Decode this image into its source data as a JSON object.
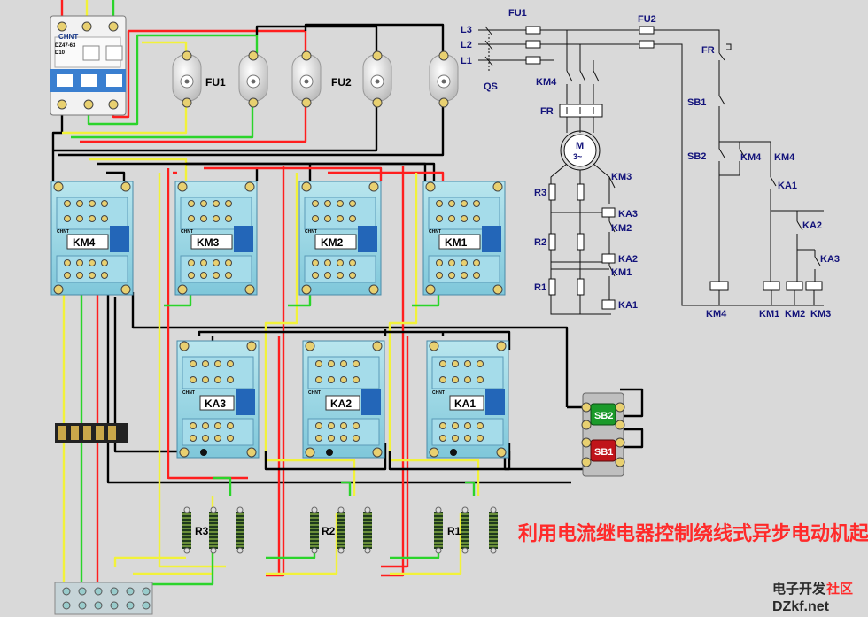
{
  "breaker": {
    "brand": "CHNT",
    "model": "DZ47-63",
    "rating": "D10"
  },
  "fuses": {
    "group1": "FU1",
    "group2": "FU2"
  },
  "contactors": [
    {
      "label": "KM4"
    },
    {
      "label": "KM3"
    },
    {
      "label": "KM2"
    },
    {
      "label": "KM1"
    }
  ],
  "relays": [
    {
      "label": "KA3"
    },
    {
      "label": "KA2"
    },
    {
      "label": "KA1"
    }
  ],
  "resistors": [
    "R3",
    "R2",
    "R1"
  ],
  "buttons": {
    "start": "SB2",
    "stop": "SB1"
  },
  "schematic": {
    "phases": [
      "L3",
      "L2",
      "L1"
    ],
    "switch": "QS",
    "fuse_main": "FU1",
    "fuse_ctrl": "FU2",
    "contactor_main": "KM4",
    "overload": "FR",
    "motor": "M",
    "motor_sub": "3~",
    "resistor_labels": [
      "R3",
      "R2",
      "R1"
    ],
    "contact_labels": [
      "KM3",
      "KM2",
      "KM1"
    ],
    "relay_coil_labels": [
      "KA3",
      "KA2",
      "KA1"
    ],
    "ctrl_fr": "FR",
    "ctrl_sb1": "SB1",
    "ctrl_sb2": "SB2",
    "ctrl_km4_a": "KM4",
    "ctrl_km4_b": "KM4",
    "ctrl_ka1": "KA1",
    "ctrl_ka2": "KA2",
    "ctrl_ka3": "KA3",
    "coil_labels": [
      "KM4",
      "KM1",
      "KM2",
      "KM3"
    ]
  },
  "title": "利用电流继电器控制绕线式异步电动机起动控制线路",
  "watermark": {
    "line1a": "电子开发",
    "line1b": "社区",
    "line2": "DZkf.net"
  },
  "colors": {
    "red": "#ff1e1e",
    "green": "#2bd42b",
    "yellow": "#f2f23a",
    "black": "#000000",
    "device": "#8ed8e8",
    "device_dark": "#2d6f9e",
    "title": "#ff2a2a"
  }
}
